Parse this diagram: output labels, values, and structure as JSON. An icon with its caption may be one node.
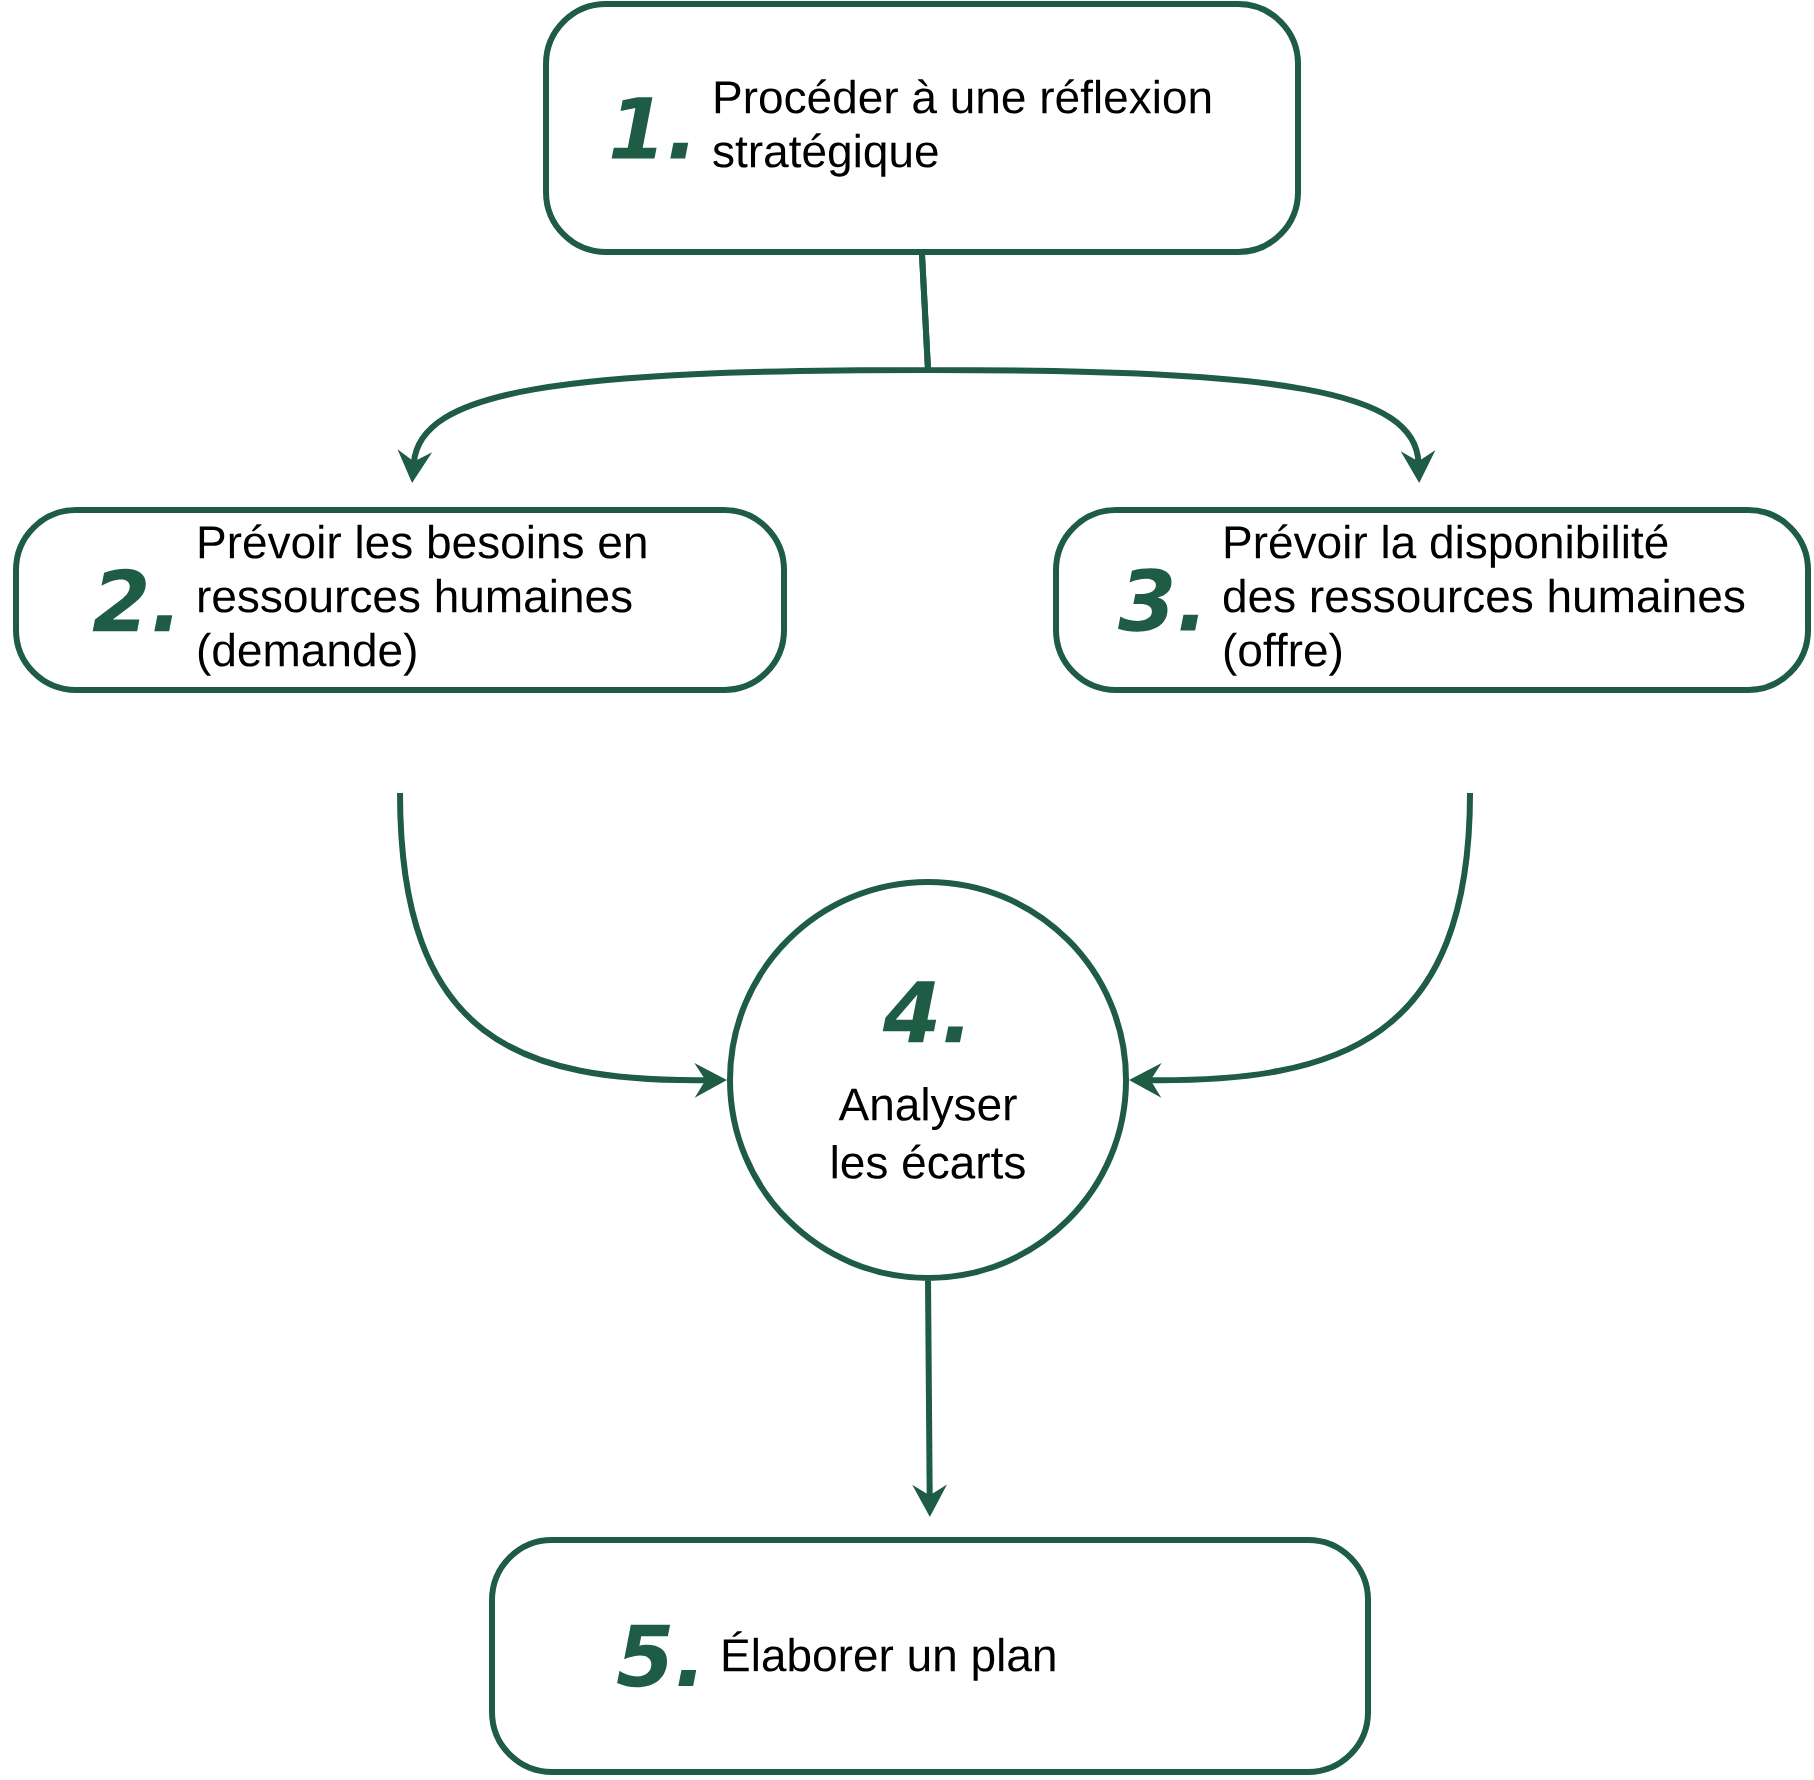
{
  "diagram": {
    "nodes": [
      {
        "text": [
          "1.",
          "Procéder à une réflexion stratégique"
        ]
      },
      {
        "text": [
          "2.",
          "Prévoir les besoins en ressources humaines (demande)"
        ]
      },
      {
        "text": [
          "3.",
          "Prévoir la disponibilité des ressources humaines (offre)"
        ]
      },
      {
        "text": [
          "4.",
          "Analyser les écarts"
        ]
      },
      {
        "text": [
          "5.",
          "Élaborer un plan"
        ]
      }
    ],
    "edges": [
      {
        "from": 0,
        "to": 1,
        "arrow": "to"
      },
      {
        "from": 0,
        "to": 2,
        "arrow": "to"
      },
      {
        "from": 1,
        "to": 3,
        "arrow": "to"
      },
      {
        "from": 2,
        "to": 3,
        "arrow": "to"
      },
      {
        "from": 3,
        "to": 4,
        "arrow": "to"
      }
    ]
  }
}
